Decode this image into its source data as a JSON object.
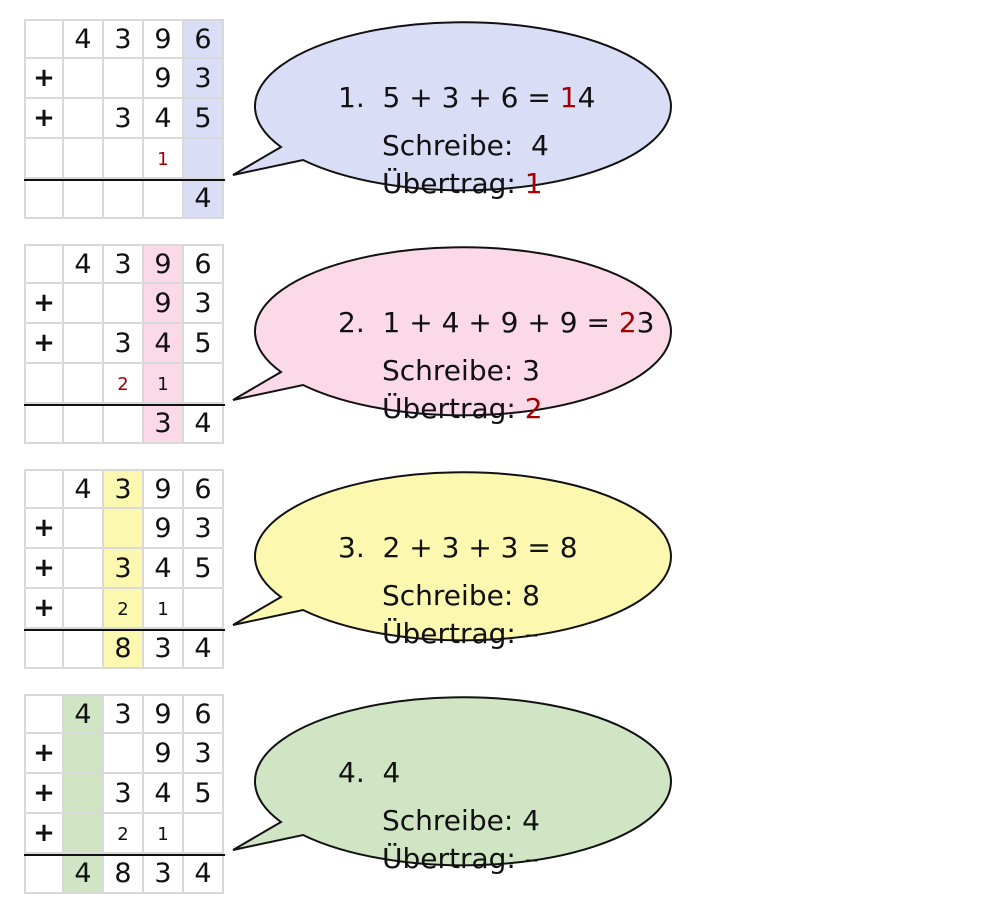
{
  "steps": [
    {
      "id": "step-1",
      "highlight_col": 4,
      "highlight_color": "#d9ddf6",
      "grid": [
        [
          "",
          "4",
          "3",
          "9",
          "6"
        ],
        [
          "+",
          "",
          "",
          "9",
          "3"
        ],
        [
          "+",
          "",
          "3",
          "4",
          "5"
        ],
        [
          "",
          "",
          "",
          "1",
          ""
        ],
        [
          "",
          "",
          "",
          "",
          "4"
        ]
      ],
      "carry_red": [
        3
      ],
      "bubble": {
        "color": "#d9ddf6",
        "number": "1.",
        "equation_prefix": "5 + 3 + 6 = ",
        "result_carry": "1",
        "result_rest": "4",
        "write_label": "Schreibe:  4",
        "carry_label": "Übertrag: ",
        "carry_value": "1",
        "carry_value_red": true
      }
    },
    {
      "id": "step-2",
      "highlight_col": 3,
      "highlight_color": "#fcd9e6",
      "grid": [
        [
          "",
          "4",
          "3",
          "9",
          "6"
        ],
        [
          "+",
          "",
          "",
          "9",
          "3"
        ],
        [
          "+",
          "",
          "3",
          "4",
          "5"
        ],
        [
          "",
          "",
          "2",
          "1",
          ""
        ],
        [
          "",
          "",
          "",
          "3",
          "4"
        ]
      ],
      "carry_red": [
        2
      ],
      "bubble": {
        "color": "#fcd9e6",
        "number": "2.",
        "equation_prefix": "1 + 4 + 9 + 9 = ",
        "result_carry": "2",
        "result_rest": "3",
        "write_label": "Schreibe: 3",
        "carry_label": "Übertrag: ",
        "carry_value": "2",
        "carry_value_red": true
      }
    },
    {
      "id": "step-3",
      "highlight_col": 2,
      "highlight_color": "#fdf8b0",
      "grid": [
        [
          "",
          "4",
          "3",
          "9",
          "6"
        ],
        [
          "+",
          "",
          "",
          "9",
          "3"
        ],
        [
          "+",
          "",
          "3",
          "4",
          "5"
        ],
        [
          "+",
          "",
          "2",
          "1",
          ""
        ],
        [
          "",
          "",
          "8",
          "3",
          "4"
        ]
      ],
      "carry_red": [],
      "bubble": {
        "color": "#fdf8b0",
        "number": "3.",
        "equation_prefix": "2 + 3 + 3 = 8",
        "result_carry": "",
        "result_rest": "",
        "write_label": "Schreibe: 8",
        "carry_label": "Übertrag: ",
        "carry_value": "–",
        "carry_value_red": false
      }
    },
    {
      "id": "step-4",
      "highlight_col": 1,
      "highlight_color": "#cfe5c4",
      "grid": [
        [
          "",
          "4",
          "3",
          "9",
          "6"
        ],
        [
          "+",
          "",
          "",
          "9",
          "3"
        ],
        [
          "+",
          "",
          "3",
          "4",
          "5"
        ],
        [
          "+",
          "",
          "2",
          "1",
          ""
        ],
        [
          "",
          "4",
          "8",
          "3",
          "4"
        ]
      ],
      "carry_red": [],
      "bubble": {
        "color": "#cfe5c4",
        "number": "4.",
        "equation_prefix": "4",
        "result_carry": "",
        "result_rest": "",
        "write_label": "Schreibe: 4",
        "carry_label": "Übertrag: ",
        "carry_value": "–",
        "carry_value_red": false
      }
    }
  ]
}
